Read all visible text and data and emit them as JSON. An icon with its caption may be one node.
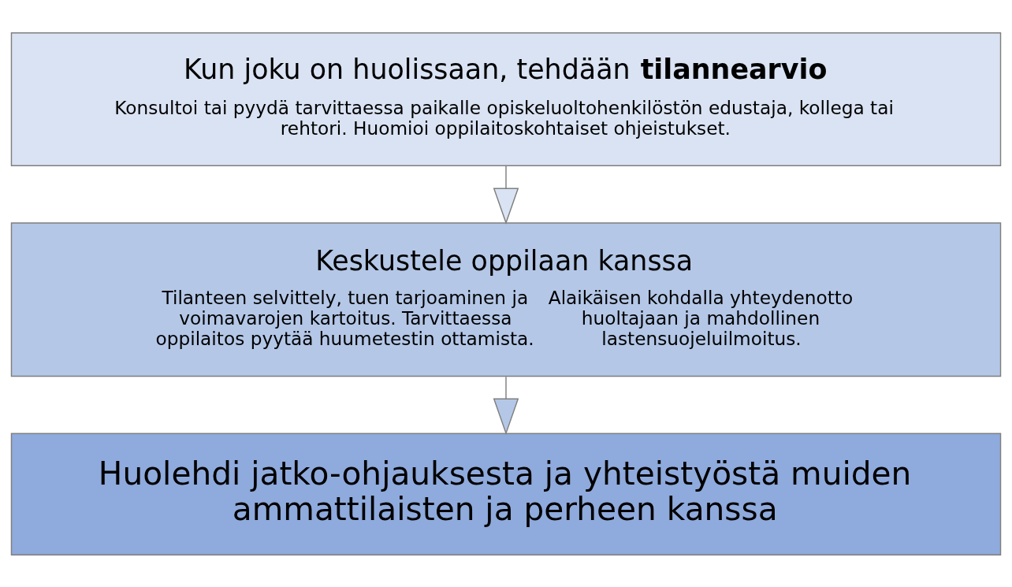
{
  "diagram": {
    "nodes": [
      {
        "text": [
          "Kun joku on huolissaan, tehdään **tilannearvio**",
          "Konsultoi tai pyydä tarvittaessa paikalle opiskeluoltohenkilöstön edustaja, kollega tai rehtori. Huomioi oppilaitoskohtaiset ohjeistukset."
        ]
      },
      {
        "text": [
          "Keskustele oppilaan kanssa",
          "Tilanteen selvittely, tuen tarjoaminen ja voimavarojen kartoitus. Tarvittaessa oppilaitos pyytää huumetestin ottamista.",
          "Alaikäisen kohdalla yhteydenotto huoltajaan ja mahdollinen lastensuojeluilmoitus."
        ]
      },
      {
        "text": [
          "Huolehdi jatko-ohjauksesta ja yhteistyöstä muiden ammattilaisten ja perheen kanssa"
        ]
      }
    ],
    "edges": [
      {
        "from": 0,
        "to": 1,
        "arrow": "to"
      },
      {
        "from": 1,
        "to": 2,
        "arrow": "to"
      }
    ]
  }
}
